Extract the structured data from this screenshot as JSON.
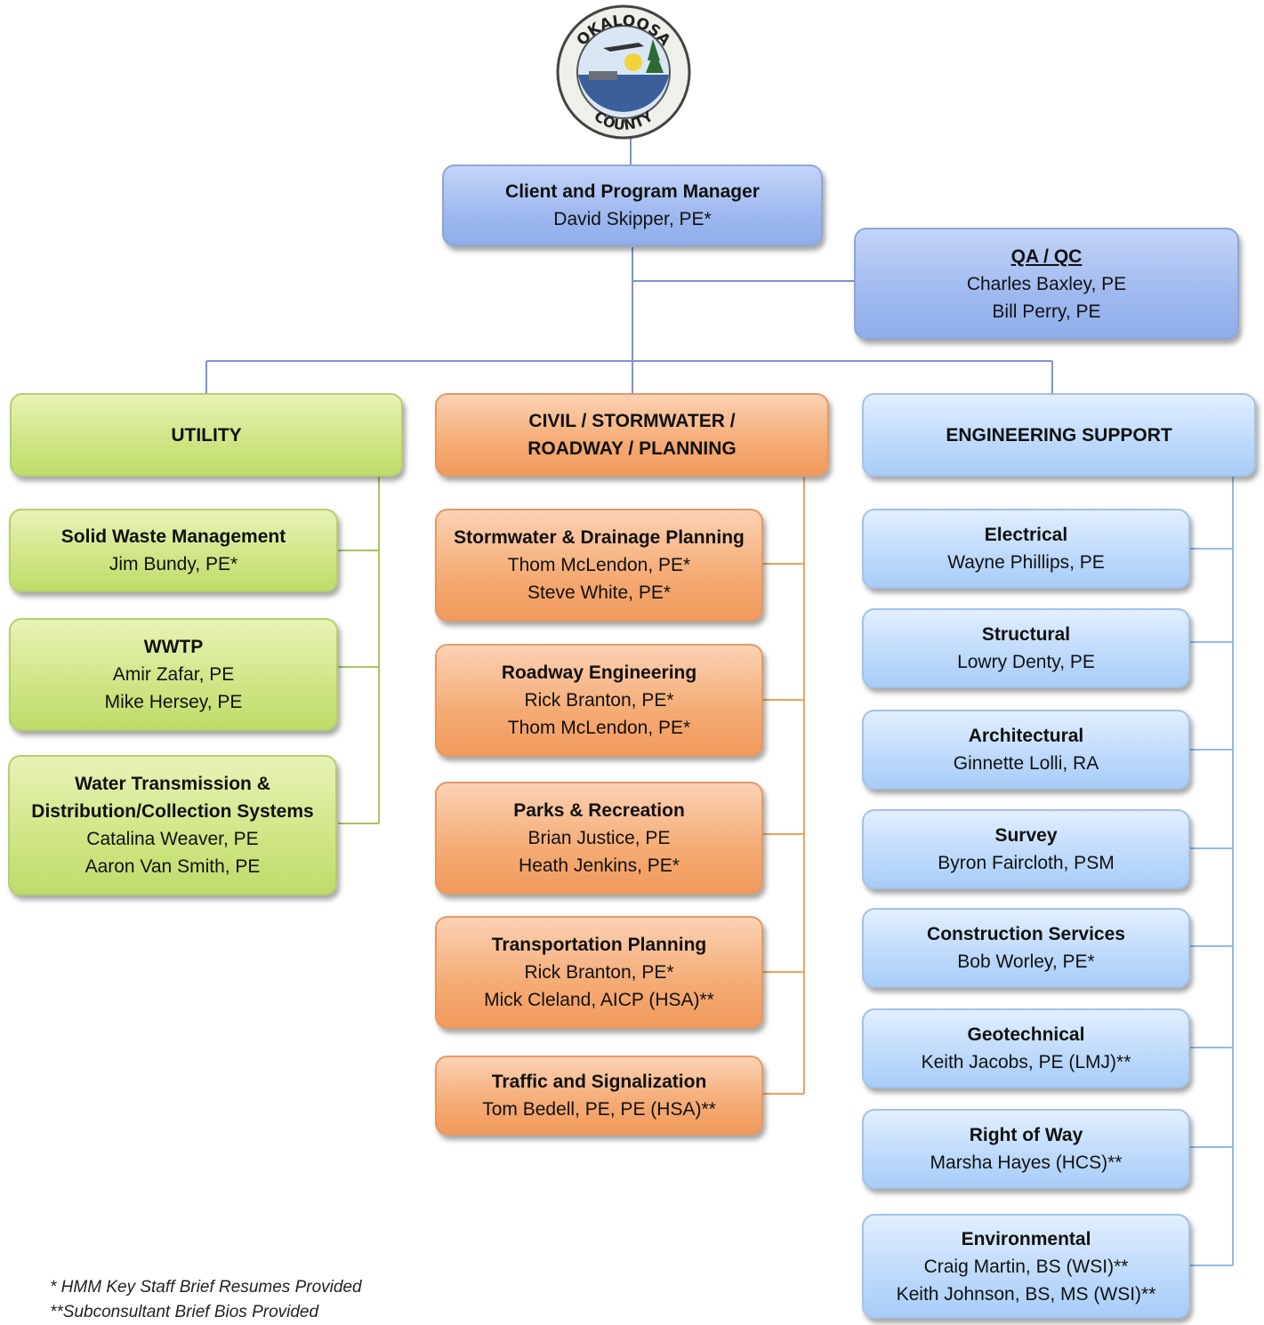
{
  "logo": {
    "text_top": "OKALOOSA",
    "text_bottom": "COUNTY",
    "icon": "county-seal-icon"
  },
  "manager": {
    "title": "Client and Program Manager",
    "name": "David Skipper, PE*"
  },
  "qaqc": {
    "title": "QA / QC",
    "names": [
      "Charles Baxley, PE",
      "Bill Perry, PE"
    ]
  },
  "utility": {
    "header": "UTILITY",
    "items": [
      {
        "title": "Solid Waste Management",
        "names": [
          "Jim Bundy, PE*"
        ]
      },
      {
        "title": "WWTP",
        "names": [
          "Amir Zafar, PE",
          "Mike Hersey, PE"
        ]
      },
      {
        "title_lines": [
          "Water Transmission &",
          "Distribution/Collection Systems"
        ],
        "names": [
          "Catalina Weaver, PE",
          "Aaron Van Smith, PE"
        ]
      }
    ]
  },
  "civil": {
    "header_lines": [
      "CIVIL / STORMWATER /",
      "ROADWAY / PLANNING"
    ],
    "items": [
      {
        "title": "Stormwater & Drainage Planning",
        "names": [
          "Thom McLendon, PE*",
          "Steve White, PE*"
        ]
      },
      {
        "title": "Roadway Engineering",
        "names": [
          "Rick Branton, PE*",
          "Thom McLendon, PE*"
        ]
      },
      {
        "title": "Parks & Recreation",
        "names": [
          "Brian Justice, PE",
          "Heath Jenkins, PE*"
        ]
      },
      {
        "title": "Transportation Planning",
        "names": [
          "Rick Branton, PE*",
          "Mick Cleland, AICP (HSA)**"
        ]
      },
      {
        "title": "Traffic and Signalization",
        "names": [
          "Tom Bedell, PE, PE (HSA)**"
        ]
      }
    ]
  },
  "engineering": {
    "header": "ENGINEERING SUPPORT",
    "items": [
      {
        "title": "Electrical",
        "names": [
          "Wayne Phillips, PE"
        ]
      },
      {
        "title": "Structural",
        "names": [
          "Lowry Denty, PE"
        ]
      },
      {
        "title": "Architectural",
        "names": [
          "Ginnette Lolli, RA"
        ]
      },
      {
        "title": "Survey",
        "names": [
          "Byron Faircloth, PSM"
        ]
      },
      {
        "title": "Construction Services",
        "names": [
          "Bob Worley, PE*"
        ]
      },
      {
        "title": "Geotechnical",
        "names": [
          "Keith Jacobs, PE (LMJ)**"
        ]
      },
      {
        "title": "Right of Way",
        "names": [
          "Marsha Hayes (HCS)**"
        ]
      },
      {
        "title": "Environmental",
        "names": [
          "Craig Martin, BS (WSI)**",
          "Keith Johnson, BS, MS (WSI)**"
        ]
      }
    ]
  },
  "footnotes": [
    "* HMM Key Staff Brief Resumes Provided",
    "**Subconsultant Brief Bios Provided"
  ]
}
